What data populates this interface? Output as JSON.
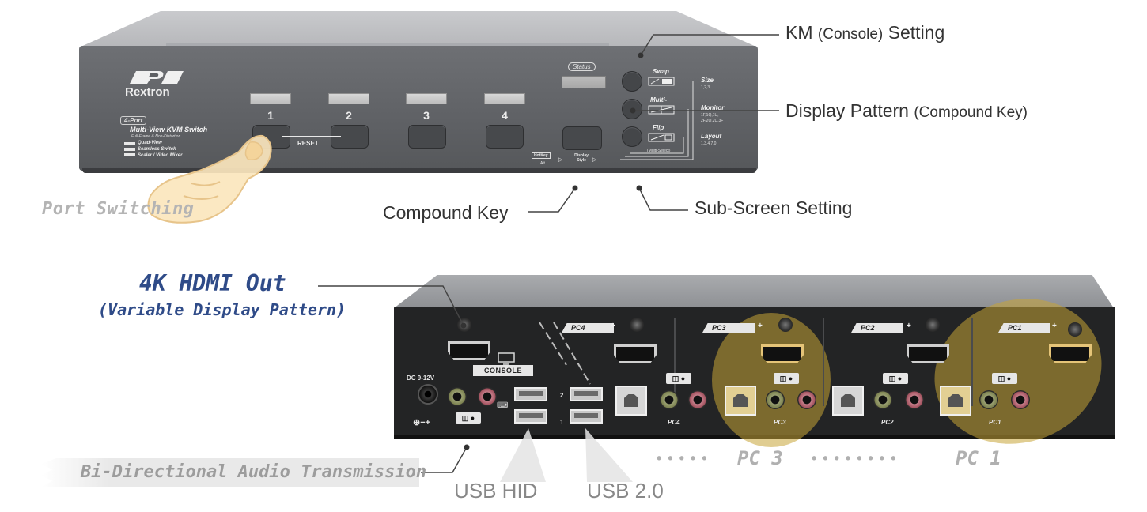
{
  "front": {
    "brand": "Rextron",
    "model_tag": "4-Port",
    "model_title": "Multi-View KVM Switch",
    "model_sub": "Full-Frame & Non-Distortion",
    "features": [
      "Quad-View",
      "Seamless Switch",
      "Scaler / Video Mixer"
    ],
    "ports": [
      "1",
      "2",
      "3",
      "4"
    ],
    "reset": "RESET",
    "status": "Status",
    "hotkey": "HotKey",
    "alt": "Alt",
    "display_style": "Display Style",
    "keys": [
      {
        "label": "Swap",
        "icon": "swap-icon"
      },
      {
        "label": "Multi-",
        "icon": "multi-view-icon"
      },
      {
        "label": "Flip",
        "icon": "flip-icon"
      }
    ],
    "multi_select": "(Multi-Select)",
    "side": {
      "size_head": "Size",
      "size_val": "1,2,3",
      "monitor_head": "Monitor",
      "monitor_val1": "1F,1Q,1U,",
      "monitor_val2": "2F,2Q,2U,3F",
      "layout_head": "Layout",
      "layout_val": "1,3,4,7,0"
    }
  },
  "annotations": {
    "km_main": "KM ",
    "km_paren": "(Console)",
    "km_end": " Setting",
    "dp_main": "Display Pattern ",
    "dp_paren": "(Compound Key)",
    "compound_key": "Compound Key",
    "sub_screen": "Sub-Screen Setting",
    "port_switching": "Port Switching"
  },
  "rear": {
    "console": "CONSOLE",
    "dc": "DC 9-12V",
    "dc_symbol": "⊕−+",
    "pcs": [
      {
        "name": "PC4",
        "plus": "+"
      },
      {
        "name": "PC3",
        "plus": "+"
      },
      {
        "name": "PC2",
        "plus": "+"
      },
      {
        "name": "PC1",
        "plus": "+"
      }
    ],
    "usb_a_left": "1",
    "usb_a_right": "2"
  },
  "rear_annotations": {
    "hdmi_title": "4K HDMI Out",
    "hdmi_sub": "(Variable Display Pattern)",
    "audio": "Bi-Directional Audio Transmission",
    "usb_hid": "USB HID",
    "usb_20": "USB 2.0",
    "dots1": "•••••",
    "pc3": "PC 3",
    "dots2": "••••••••",
    "pc1": "PC 1"
  },
  "colors": {
    "annotation_blue": "#2f4b88",
    "highlight_gold": "#c7a436",
    "panel_gray": "#5f6165"
  }
}
